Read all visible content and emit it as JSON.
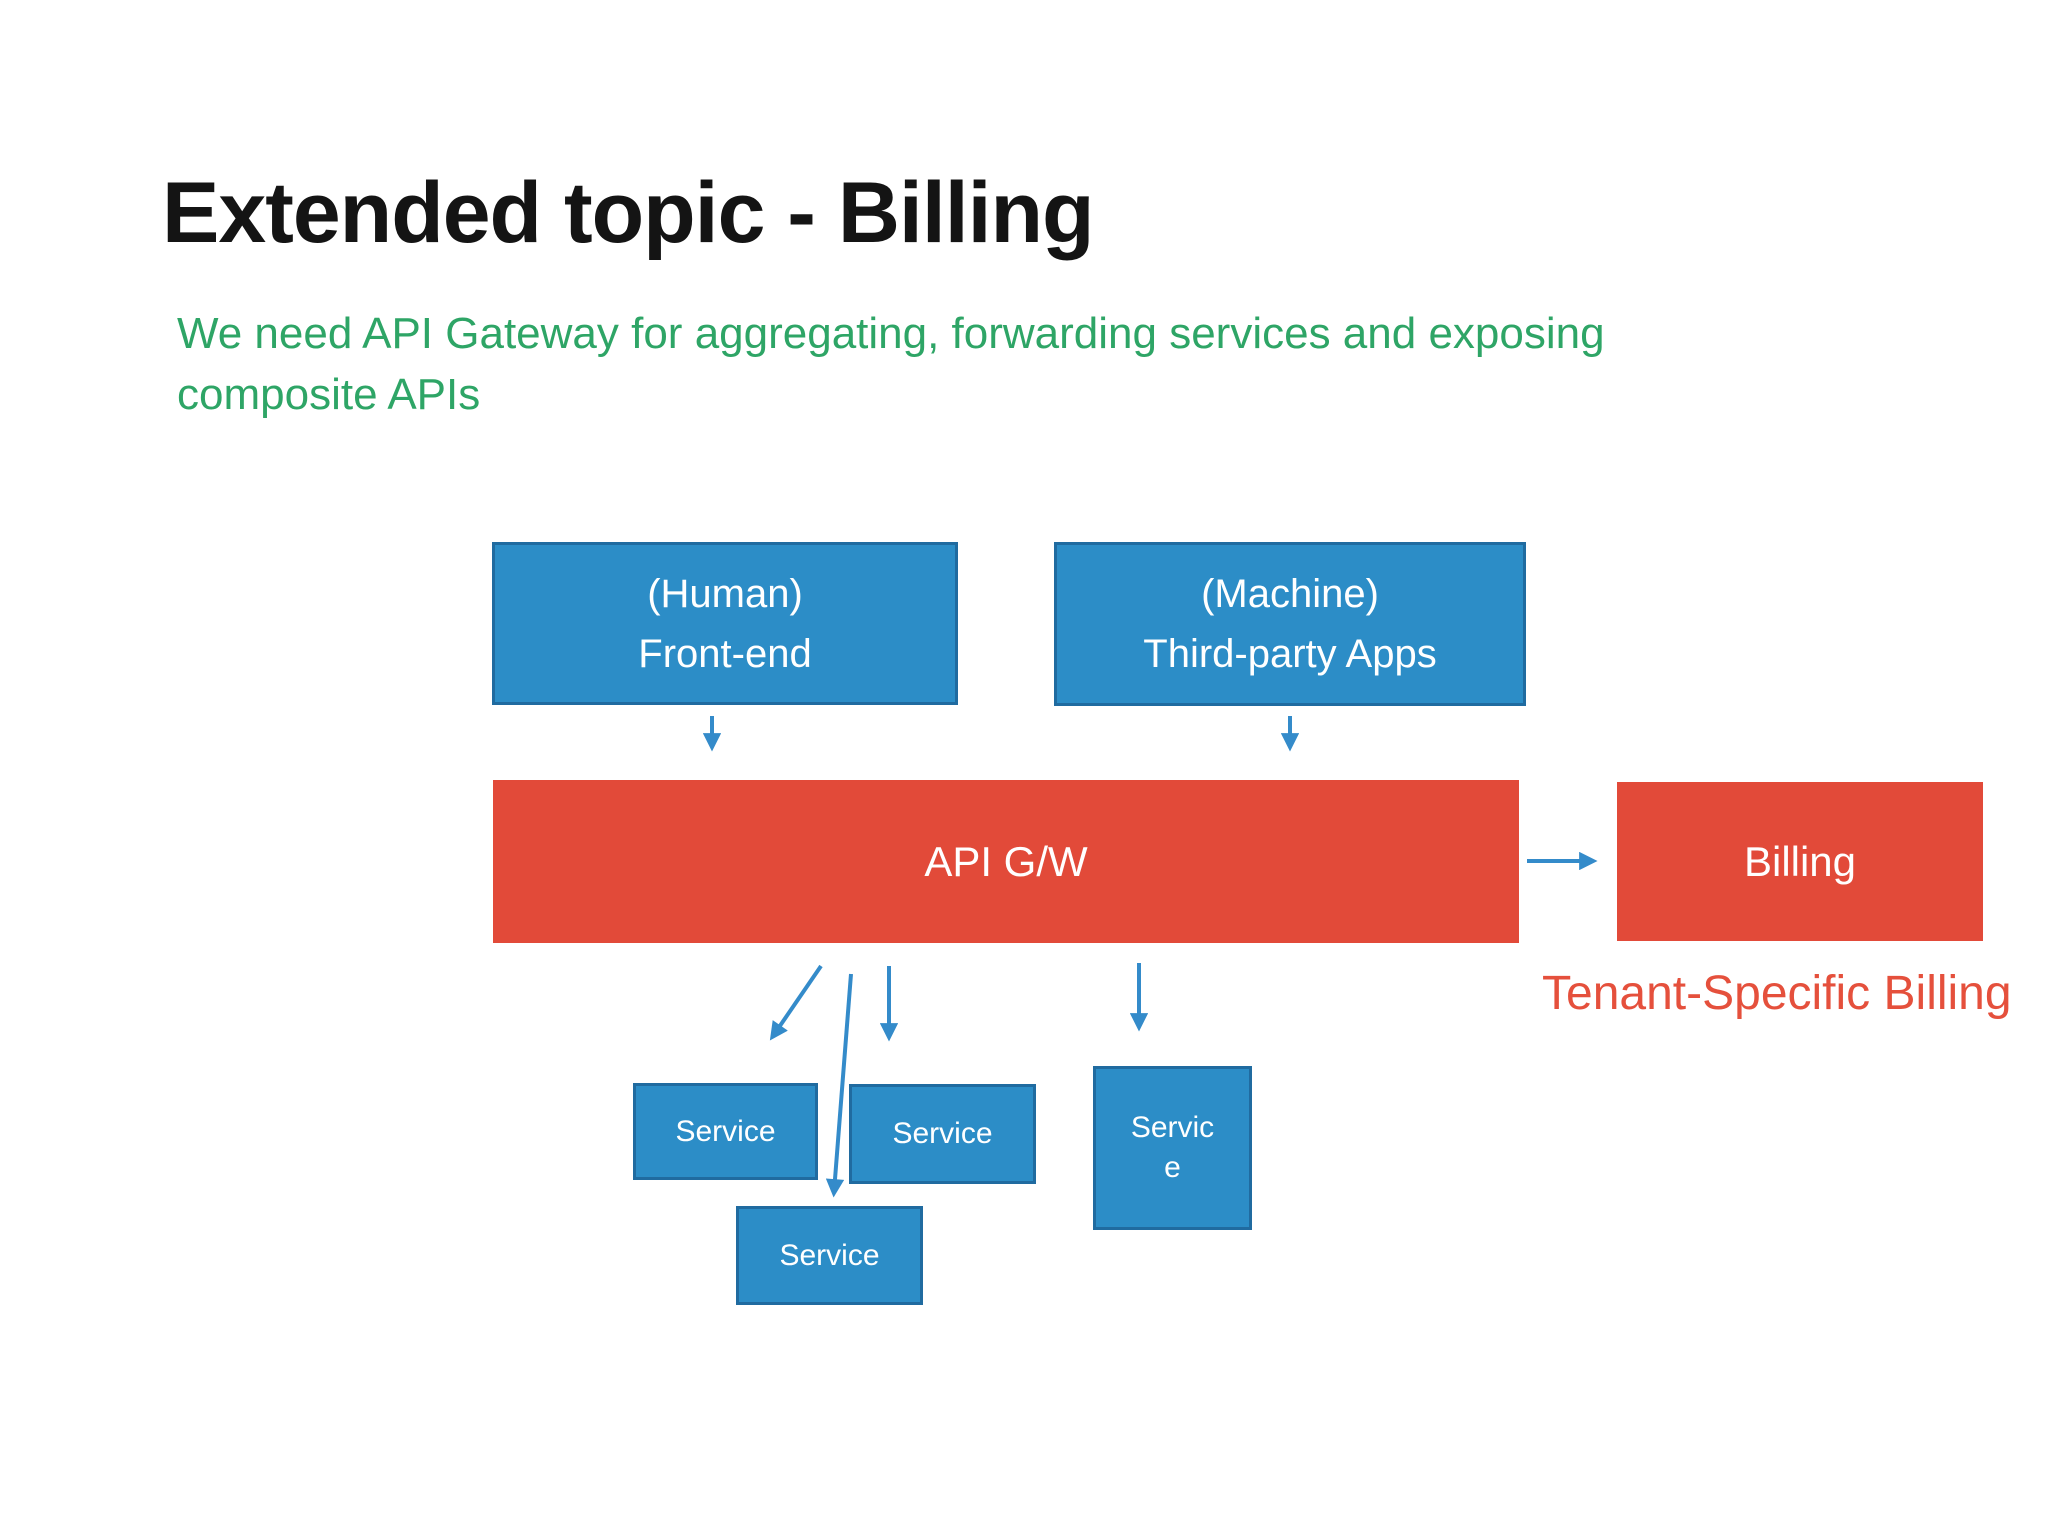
{
  "slide": {
    "title": "Extended topic - Billing",
    "subtitle_line1": "We need API Gateway for aggregating, forwarding services and exposing",
    "subtitle_line2": "composite APIs"
  },
  "diagram": {
    "human_box": {
      "line1": "(Human)",
      "line2": "Front-end"
    },
    "machine_box": {
      "line1": "(Machine)",
      "line2": "Third-party Apps"
    },
    "api_gateway_box": {
      "label": "API G/W"
    },
    "billing_box": {
      "label": "Billing"
    },
    "tenant_billing_label": "Tenant-Specific Billing",
    "services": [
      {
        "label": "Service"
      },
      {
        "label": "Service"
      },
      {
        "label": "Servic\ne"
      },
      {
        "label": "Service"
      }
    ],
    "colors": {
      "node_blue_fill": "#2c8dc7",
      "node_blue_border": "#206ba0",
      "node_red_fill": "#e24a39",
      "arrow_blue": "#348bca",
      "subtitle_green": "#2ea566",
      "tenant_label_red": "#e5503c",
      "title_black": "#141414"
    }
  }
}
